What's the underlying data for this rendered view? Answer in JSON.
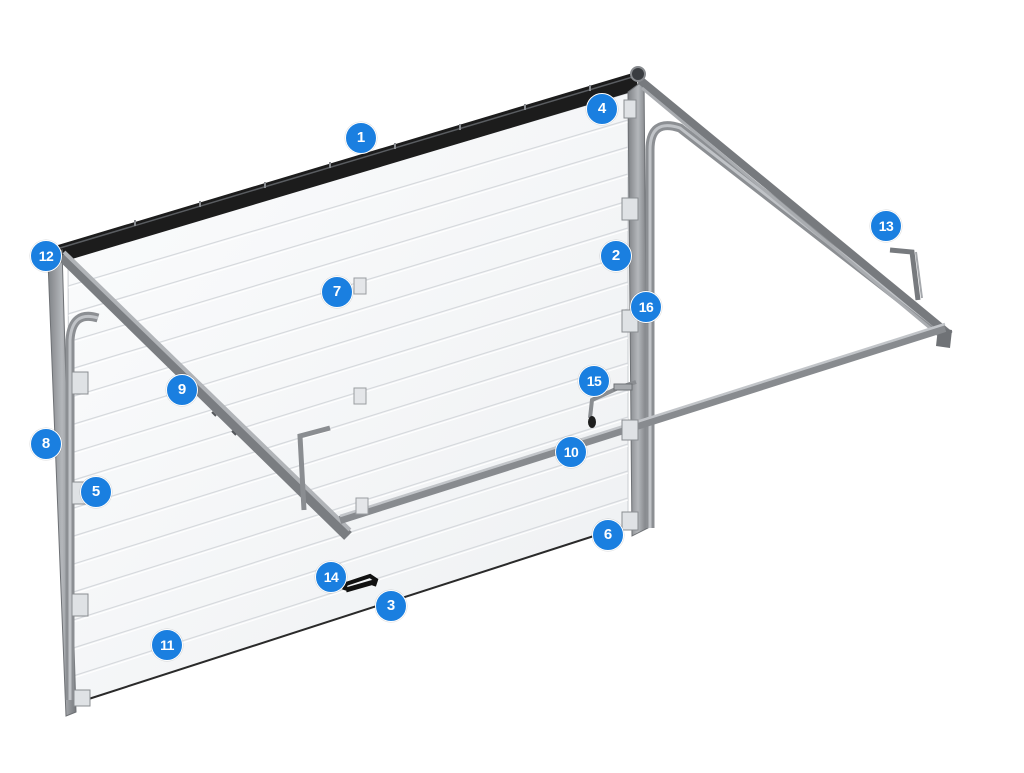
{
  "colors": {
    "marker": "#1a7fe0",
    "marker_text": "#ffffff",
    "panel": "#f7f8f9",
    "panel_groove": "#d6d9dd",
    "frame": "#9a9da1",
    "frame_dark": "#6e7175",
    "top_seal": "#1c1c1c"
  },
  "markers": [
    {
      "id": "1",
      "label": "1"
    },
    {
      "id": "2",
      "label": "2"
    },
    {
      "id": "3",
      "label": "3"
    },
    {
      "id": "4",
      "label": "4"
    },
    {
      "id": "5",
      "label": "5"
    },
    {
      "id": "6",
      "label": "6"
    },
    {
      "id": "7",
      "label": "7"
    },
    {
      "id": "8",
      "label": "8"
    },
    {
      "id": "9",
      "label": "9"
    },
    {
      "id": "10",
      "label": "10"
    },
    {
      "id": "11",
      "label": "11"
    },
    {
      "id": "12",
      "label": "12"
    },
    {
      "id": "13",
      "label": "13"
    },
    {
      "id": "14",
      "label": "14"
    },
    {
      "id": "15",
      "label": "15"
    },
    {
      "id": "16",
      "label": "16"
    }
  ]
}
